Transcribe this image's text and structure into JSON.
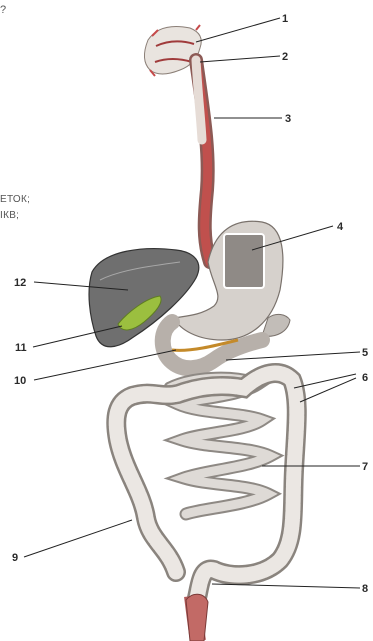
{
  "diagram": {
    "corner_mark": "?",
    "left_text_fragments": [
      "ЕТОК;",
      "ІКВ;"
    ],
    "labels": [
      "1",
      "2",
      "3",
      "4",
      "5",
      "6",
      "7",
      "8",
      "9",
      "10",
      "11",
      "12"
    ]
  }
}
